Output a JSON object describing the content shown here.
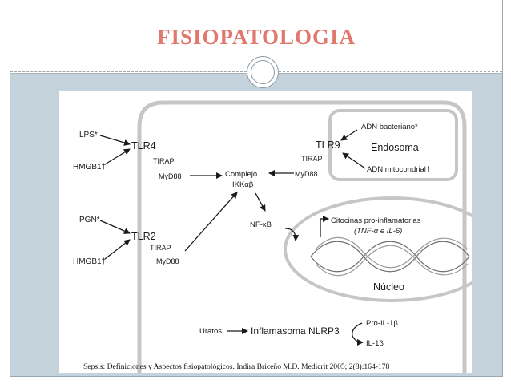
{
  "slide": {
    "title": "FISIOPATOLOGIA",
    "citation": "Sepsis: Definiciones y Aspectos fisiopatológicos. Indira Briceño M.D. Medicrit 2005; 2(8):164-178"
  },
  "diagram": {
    "labels": {
      "lps": "LPS*",
      "hmgb1_top": "HMGB1†",
      "pgn": "PGN*",
      "hmgb1_bottom": "HMGB1†",
      "tlr4": "TLR4",
      "tlr2": "TLR2",
      "tlr9": "TLR9",
      "tirap_tlr4": "TIRAP",
      "myd88_tlr4": "MyD88",
      "tirap_tlr2": "TIRAP",
      "myd88_tlr2": "MyD88",
      "tirap_tlr9": "TIRAP",
      "myd88_tlr9": "MyD88",
      "complejo": "Complejo",
      "ikk": "IKKαβ",
      "nfkb": "NF-κB",
      "adn_bacteriano": "ADN bacteriano*",
      "endosoma": "Endosoma",
      "adn_mitocondrial": "ADN mitocondrial†",
      "citocinas": "Citocinas pro-inflamatorias",
      "tnf": "(TNF-α e IL-6)",
      "nucleo": "Núcleo",
      "uratos": "Uratos",
      "inflamasoma": "Inflamasoma NLRP3",
      "pro_il": "Pro-IL-1β",
      "il1b": "IL-1β"
    }
  }
}
